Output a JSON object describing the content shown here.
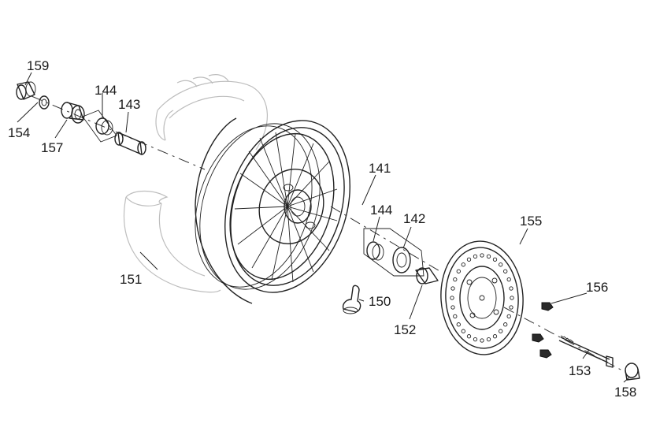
{
  "figure": {
    "callouts": [
      {
        "id": "159",
        "label": "159"
      },
      {
        "id": "154",
        "label": "154"
      },
      {
        "id": "157",
        "label": "157"
      },
      {
        "id": "144a",
        "label": "144"
      },
      {
        "id": "143",
        "label": "143"
      },
      {
        "id": "141",
        "label": "141"
      },
      {
        "id": "144b",
        "label": "144"
      },
      {
        "id": "142",
        "label": "142"
      },
      {
        "id": "155",
        "label": "155"
      },
      {
        "id": "151",
        "label": "151"
      },
      {
        "id": "150",
        "label": "150"
      },
      {
        "id": "152",
        "label": "152"
      },
      {
        "id": "156",
        "label": "156"
      },
      {
        "id": "153",
        "label": "153"
      },
      {
        "id": "158",
        "label": "158"
      }
    ]
  }
}
